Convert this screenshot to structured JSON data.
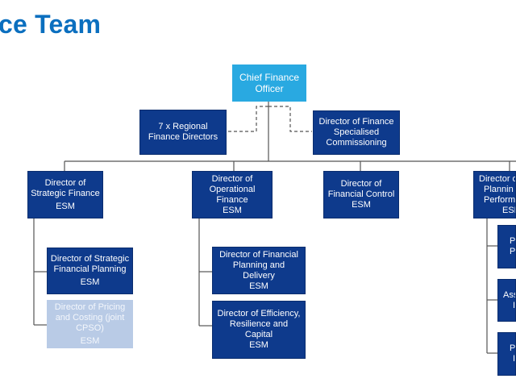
{
  "page": {
    "title": "ce Team"
  },
  "org": {
    "cfo": {
      "line1": "Chief Finance",
      "line2": "Officer"
    },
    "regional": {
      "line1": "7 x Regional",
      "line2": "Finance Directors"
    },
    "specialised": {
      "line1": "Director of Finance",
      "line2": "Specialised",
      "line3": "Commissioning"
    },
    "strategic": {
      "line1": "Director of",
      "line2": "Strategic Finance",
      "line3": "ESM"
    },
    "operational": {
      "line1": "Director of",
      "line2": "Operational",
      "line3": "Finance",
      "line4": "ESM"
    },
    "control": {
      "line1": "Director of",
      "line2": "Financial Control",
      "line3": "ESM"
    },
    "planning": {
      "line1": "Director o",
      "line2": "Plannin",
      "line3": "Perform",
      "line4": "ESM"
    },
    "strat_planning": {
      "line1": "Director of Strategic",
      "line2": "Financial Planning",
      "line3": "ESM"
    },
    "pricing": {
      "line1": "Director of Pricing",
      "line2": "and Costing (joint",
      "line3": "CPSO)",
      "line4": "ESM"
    },
    "fin_planning": {
      "line1": "Director of Financial",
      "line2": "Planning and",
      "line3": "Delivery",
      "line4": "ESM"
    },
    "efficiency": {
      "line1": "Director of Efficiency,",
      "line2": "Resilience and",
      "line3": "Capital",
      "line4": "ESM"
    },
    "right_sub1": {
      "line1": "P",
      "line2": "P"
    },
    "right_sub2": {
      "line1": "Ass",
      "line2": "I"
    },
    "right_sub3": {
      "line1": "P",
      "line2": "I"
    }
  },
  "colors": {
    "dark_box": "#0e3a8c",
    "cfo_box": "#29a9e1",
    "faded_box": "#b9cbe6",
    "title": "#0b6fbf"
  }
}
